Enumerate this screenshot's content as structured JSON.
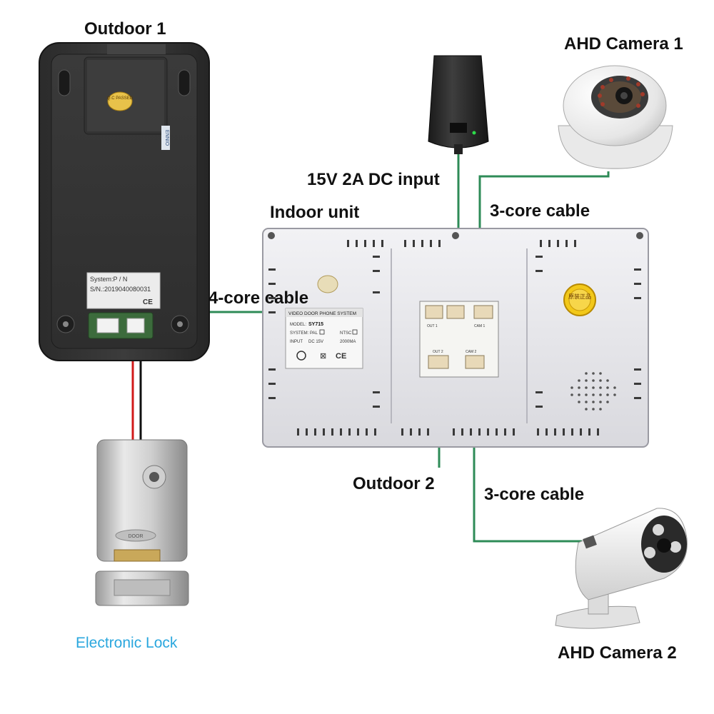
{
  "labels": {
    "outdoor1": "Outdoor 1",
    "ahd_camera1": "AHD Camera 1",
    "power_input": "15V 2A DC  input",
    "indoor_unit": "Indoor unit",
    "cable_3core_top": "3-core cable",
    "cable_4core": "4-core cable",
    "outdoor2": "Outdoor 2",
    "cable_3core_bottom": "3-core cable",
    "ahd_camera2": "AHD Camera 2",
    "electronic_lock": "Electronic Lock"
  },
  "outdoor_unit": {
    "qc_sticker": "Q.C PASSED",
    "side_tag": "ENNIO",
    "serial_line1": "System:P / N",
    "serial_line2": "S/N.:2019040080031"
  },
  "indoor_label": {
    "title": "VIDEO DOOR PHONE SYSTEM",
    "model_label": "MODEL:",
    "model_value": "SY715",
    "system_label": "SYSTEM: PAL",
    "ntsc": "NTSC",
    "input_label": "INPUT",
    "input_value": "DC 15V",
    "current_value": "2000MA"
  },
  "ports": {
    "out1": "OUT 1",
    "cam1": "CAM 1",
    "out2": "OUT 2",
    "cam2": "CAM 2"
  },
  "seal_text": "原装正品",
  "lock_text": "DOOR",
  "colors": {
    "wire_green": "#2e8b57",
    "wire_red": "#d11a1a",
    "label_blue": "#2aa7de"
  }
}
